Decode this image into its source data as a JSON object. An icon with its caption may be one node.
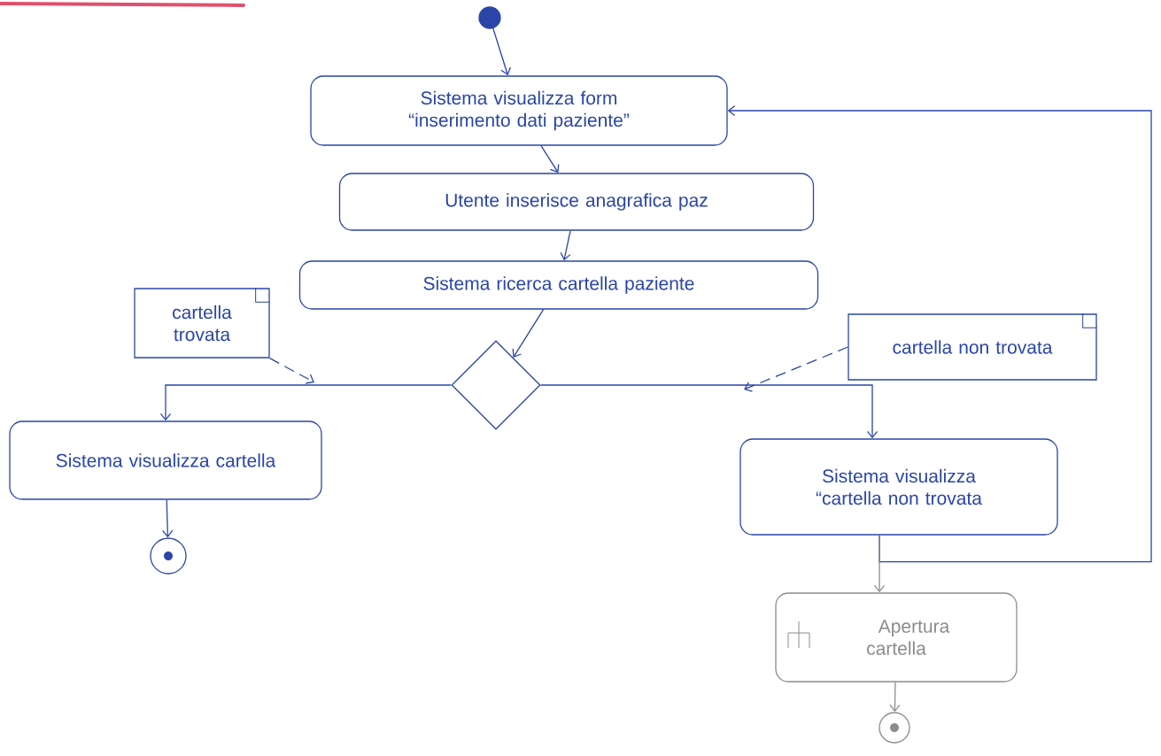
{
  "diagram": {
    "nodes": [
      {
        "text": [],
        "shape": "circle"
      },
      {
        "text": [
          "Sistema visualizza form “inserimento dati paziente”"
        ]
      },
      {
        "text": [
          "Utente inserisce anagrafica paz"
        ]
      },
      {
        "text": [
          "Sistema ricerca cartella paziente"
        ]
      },
      {
        "text": [],
        "shape": "diamond"
      },
      {
        "text": [
          "cartella trovata"
        ]
      },
      {
        "text": [
          "cartella non trovata"
        ]
      },
      {
        "text": [
          "Sistema visualizza cartella"
        ]
      },
      {
        "text": [],
        "shape": "circle"
      },
      {
        "text": [
          "Sistema visualizza “cartella non trovata"
        ]
      },
      {
        "text": [
          "Apertura cartella"
        ]
      },
      {
        "text": [],
        "shape": "circle"
      }
    ],
    "edges": [
      {
        "from": 0,
        "to": 1,
        "arrow": "to"
      },
      {
        "from": 1,
        "to": 2,
        "arrow": "to"
      },
      {
        "from": 2,
        "to": 3,
        "arrow": "to"
      },
      {
        "from": 3,
        "to": 4,
        "arrow": "to"
      },
      {
        "from": 4,
        "to": 7,
        "arrow": "to"
      },
      {
        "from": 4,
        "to": 9,
        "arrow": "to"
      },
      {
        "from": 5,
        "to": null,
        "arrow": "to",
        "style": "dashed"
      },
      {
        "from": 6,
        "to": null,
        "arrow": "to",
        "style": "dashed"
      },
      {
        "from": 7,
        "to": 8,
        "arrow": "to"
      },
      {
        "from": 9,
        "to": 1,
        "arrow": "to"
      },
      {
        "from": 9,
        "to": 10,
        "arrow": "to",
        "color": "#8c8c8c"
      },
      {
        "from": 10,
        "to": 11,
        "arrow": "to",
        "color": "#8c8c8c"
      }
    ]
  }
}
